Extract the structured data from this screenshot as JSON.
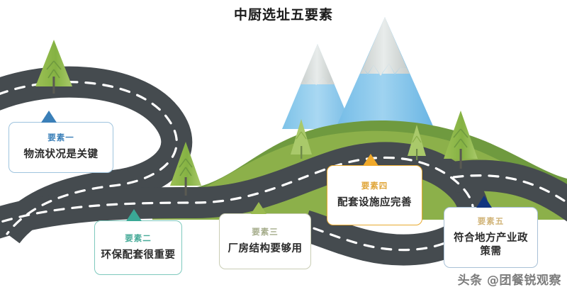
{
  "header": {
    "title": "中厨选址五要素"
  },
  "callouts": [
    {
      "tag": "要素一",
      "text": "物流状况是关键",
      "tag_color": "#3a7fb8",
      "border_color": "#9fc4de",
      "pointer_color": "#3a7fb8",
      "pointer_icon": "triangle-up-icon"
    },
    {
      "tag": "要素二",
      "text": "环保配套很重要",
      "tag_color": "#48ab99",
      "border_color": "#7ec9bd",
      "pointer_color": "#3aa896",
      "pointer_icon": "triangle-up-icon"
    },
    {
      "tag": "要素三",
      "text": "厂房结构要够用",
      "tag_color": "#a6ad8c",
      "border_color": "#c9cdb4",
      "pointer_color": "#9aba50",
      "pointer_icon": "triangle-up-icon"
    },
    {
      "tag": "要素四",
      "text": "配套设施应完善",
      "tag_color": "#e0a63a",
      "border_color": "#e8a92e",
      "pointer_color": "#f0a92a",
      "pointer_icon": "triangle-up-icon"
    },
    {
      "tag": "要素五",
      "text": "符合地方产业政策需",
      "tag_color": "#d2b57a",
      "border_color": "#a8c0d6",
      "pointer_color": "#12357f",
      "pointer_icon": "triangle-up-icon"
    }
  ],
  "scene": {
    "road_color": "#454b4f",
    "road_dash_color": "#ffffff",
    "hill_front_color": "#8cb04a",
    "hill_back_color": "#6f9a3f",
    "mountain_snow_color": "#d5d8d6",
    "mountain_body_color": "#7cc0e8",
    "tree_color": "#8bb64a",
    "tree_trunk_color": "#5a5a52",
    "background_color": "#ffffff"
  },
  "watermark": {
    "text": "头条 @团餐锐观察"
  }
}
